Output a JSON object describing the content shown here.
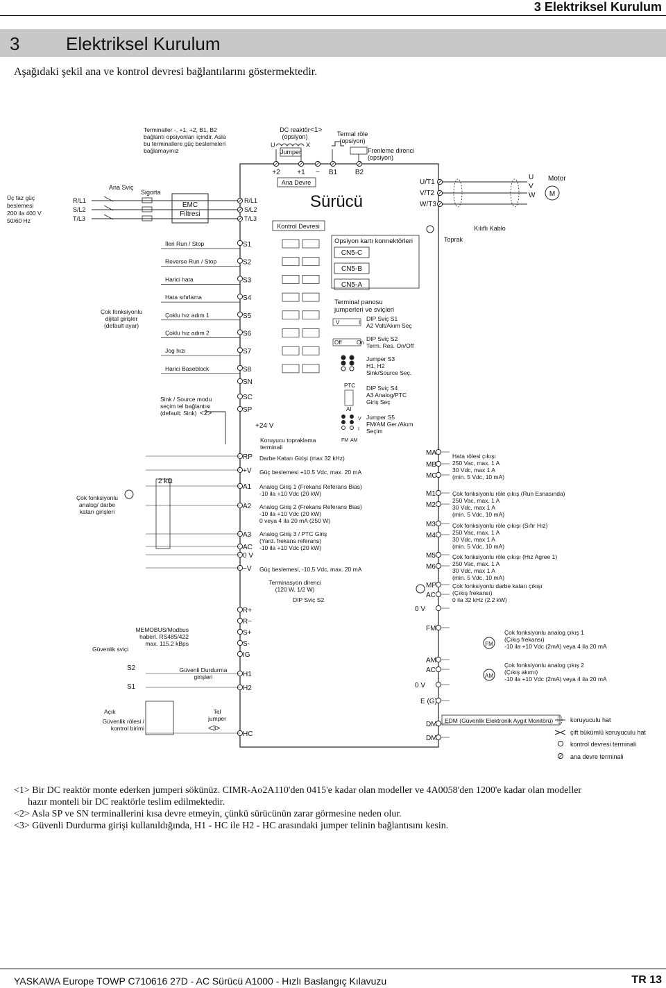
{
  "header": {
    "running_title": "3  Elektriksel Kurulum"
  },
  "chapter": {
    "number": "3",
    "title": "Elektriksel Kurulum"
  },
  "intro": "Aşağıdaki şekil ana ve kontrol devresi bağlantılarını göstermektedir.",
  "diagram": {
    "top": {
      "terminal_note": [
        "Terminaller -, +1, +2, B1, B2",
        "bağlantı opsiyonları içindir. Asla",
        "bu terminallere güç beslemeleri",
        "bağlamayınız"
      ],
      "dc_reactor": [
        "DC reaktör",
        "(opsiyon)"
      ],
      "dc_u": "U",
      "dc_x": "X",
      "jumper": "Jumper",
      "note1": "<1>",
      "thermal": [
        "Termal röle",
        "(opsiyon)"
      ],
      "brake": [
        "Frenleme direnci",
        "(opsiyon)"
      ]
    },
    "supply": [
      "Üç faz güç",
      "beslemesi",
      "200 ila 400 V",
      "50/60 Hz"
    ],
    "input_lines": [
      "R/L1",
      "S/L2",
      "T/L3"
    ],
    "main_switch": "Ana Sviç",
    "fuse": "Sigorta",
    "emc": [
      "EMC",
      "Filtresi"
    ],
    "drive_inputs": [
      "R/L1",
      "S/L2",
      "T/L3"
    ],
    "bus_terms": [
      "+2",
      "+1",
      "−",
      "B1",
      "B2"
    ],
    "main_circuit": "Ana Devre",
    "drive": "Sürücü",
    "control_circuit": "Kontrol Devresi",
    "outputs": [
      "U/T1",
      "V/T2",
      "W/T3"
    ],
    "shielded_cable": "Kılıflı Kablo",
    "ground": "Toprak",
    "motor": {
      "terms": [
        "U",
        "V",
        "W"
      ],
      "label": "Motor",
      "symbol": "M"
    },
    "digital": {
      "group": [
        "Çok fonksiyonlu",
        "dijital girişler",
        "(default ayar)"
      ],
      "items": [
        {
          "label": "İleri Run / Stop",
          "term": "S1"
        },
        {
          "label": "Reverse Run / Stop",
          "term": "S2"
        },
        {
          "label": "Harici hata",
          "term": "S3"
        },
        {
          "label": "Hata sıfırlama",
          "term": "S4"
        },
        {
          "label": "Çoklu hız adım 1",
          "term": "S5"
        },
        {
          "label": "Çoklu hız adım 2",
          "term": "S6"
        },
        {
          "label": "Jog hızı",
          "term": "S7"
        },
        {
          "label": "Harici Baseblock",
          "term": "S8"
        }
      ],
      "sn": "SN",
      "sc": "SC",
      "sp": "SP",
      "plus24": "+24 V",
      "sink": [
        "Sink / Source modu",
        "seçim tel bağlantısı",
        "(default: Sink)"
      ],
      "note2": "<2>"
    },
    "option": {
      "title": "Opsiyon kartı konnektörleri",
      "items": [
        "CN5-C",
        "CN5-B",
        "CN5-A"
      ]
    },
    "panel": {
      "title": [
        "Terminal panosu",
        "jumperleri ve sviçleri"
      ],
      "s1": [
        "DIP Sviç S1",
        "A2 Volt/Akım Seç"
      ],
      "s1_v": "V",
      "s1_i": "I",
      "s2": [
        "DIP Sviç S2",
        "Term. Res. On/Off"
      ],
      "s2_off": "Off",
      "s2_on": "On",
      "s3": [
        "Jumper S3",
        "H1, H2",
        "Sink/Source Seç."
      ],
      "s4": [
        "DIP Sviç S4",
        "A3 Analog/PTC",
        "Giriş Seç"
      ],
      "s4_ptc": "PTC",
      "s4_ai": "AI",
      "s5": [
        "Jumper S5",
        "FM/AM Ger./Akım",
        "Seçim"
      ],
      "s5_fm": "FM",
      "s5_am": "AM",
      "s5_v": "V",
      "s5_i": "I"
    },
    "analog": {
      "group": [
        "Çok fonksiyonlu",
        "analog/ darbe",
        "katarı girişleri"
      ],
      "pot": "2 kΩ",
      "ground_term": [
        "Koruyucu topraklama",
        "terminali"
      ],
      "terms": [
        "RP",
        "+V",
        "A1",
        "A2",
        "A3",
        "AC",
        "0 V",
        "−V"
      ],
      "descs": [
        {
          "lines": [
            "Darbe Katarı Girişi (max 32 kHz)"
          ]
        },
        {
          "lines": [
            "Güç beslemesi +10.5 Vdc, max. 20 mA"
          ]
        },
        {
          "lines": [
            "Analog Giriş 1 (Frekans Referans Bias)",
            "-10 ila +10 Vdc (20 kW)"
          ]
        },
        {
          "lines": [
            "Analog Giriş 2 (Frekans Referans Bias)",
            "-10 ila +10 Vdc  (20 kW)",
            "0 veya 4 ila 20 mA (250 W)"
          ]
        },
        {
          "lines": [
            "Analog Giriş 3 / PTC Giriş",
            "(Yard. frekans referans)",
            "-10 ila +10 Vdc (20 kW)"
          ]
        },
        {
          "lines": [
            "Güç beslemesi, -10,5 Vdc, max. 20 mA"
          ]
        }
      ],
      "term_res": [
        "Terminasyon direnci",
        "(120 W, 1/2 W)"
      ],
      "dip_s2": "DIP Sviç S2"
    },
    "comm": {
      "terms": [
        "R+",
        "R−",
        "S+",
        "S-",
        "IG"
      ],
      "label": [
        "MEMOBUS/Modbus",
        "haberl. RS485/422",
        "max. 115.2 kBps"
      ]
    },
    "safety": {
      "switch": "Güvenlik sviçi",
      "s2": "S2",
      "s1": "S1",
      "inputs": [
        "Güvenli Durdurma",
        "girişleri"
      ],
      "terms": [
        "H1",
        "H2",
        "HC"
      ],
      "open": "Açık",
      "relay": [
        "Güvenlik rölesi /",
        "kontrol birimi"
      ],
      "wire": [
        "Tel",
        "jumper"
      ],
      "note3": "<3>"
    },
    "relays": {
      "terms": [
        "MA",
        "MB",
        "MC",
        "M1",
        "M2",
        "M3",
        "M4",
        "M5",
        "M6",
        "MP",
        "AC",
        "0 V",
        "FM",
        "AM",
        "AC",
        "0 V",
        "E (G)",
        "DM+",
        "DM−"
      ],
      "descs": [
        {
          "lines": [
            "Hata rölesi çıkışı",
            "250 Vac, max. 1 A",
            "30 Vdc, max 1 A",
            "(min. 5 Vdc, 10 mA)"
          ]
        },
        {
          "lines": [
            "Çok fonksiyonlu röle çıkış (Run Esnasında)",
            "250 Vac, max. 1 A",
            "30 Vdc, max 1 A",
            "(min. 5 Vdc, 10 mA)"
          ]
        },
        {
          "lines": [
            "Çok fonksiyonlu röle çıkışı (Sıfır Hız)",
            "250 Vac, max. 1 A",
            "30 Vdc, max 1 A",
            "(min. 5 Vdc, 10 mA)"
          ]
        },
        {
          "lines": [
            "Çok fonksiyonlu röle çıkışı (Hız Agree 1)",
            "250 Vac, max. 1 A",
            "30 Vdc, max 1 A",
            "(min. 5 Vdc, 10 mA)"
          ]
        },
        {
          "lines": [
            "Çok fonksiyonlu darbe katarı çıkışı",
            "(Çıkış frekansı)",
            "0 ila 32 kHz (2.2 kW)"
          ]
        },
        {
          "lines": [
            "Çok fonksiyonlu analog çıkış 1",
            "(Çıkış frekansı)",
            "-10 ila +10 Vdc (2mA) veya 4 ila 20 mA"
          ]
        },
        {
          "lines": [
            "Çok fonksiyonlu analog çıkış 2",
            "(Çıkış akımı)",
            "-10 ila +10 Vdc (2mA) veya 4 ila 20 mA"
          ]
        }
      ],
      "fm_meter": "FM",
      "am_meter": "AM",
      "edm": "EDM (Güvenlik Elektronik Aygıt Monitörü)"
    },
    "legend": [
      {
        "label": "koruyuculu hat"
      },
      {
        "label": "çift bükümlü koruyuculu hat"
      },
      {
        "label": "kontrol devresi terminali"
      },
      {
        "label": "ana devre terminali"
      }
    ]
  },
  "notes": [
    "<1> Bir DC reaktör monte ederken jumperi sökünüz. CIMR-Ao2A110'den 0415'e kadar olan modeller ve 4A0058'den 1200'e kadar olan modeller",
    "hazır monteli bir DC reaktörle teslim edilmektedir.",
    "<2> Asla SP ve SN terminallerini kısa devre etmeyin, çünkü sürücünün zarar görmesine neden olur.",
    "<3> Güvenli Durdurma girişi kullanıldığında, H1 - HC ile H2 - HC arasındaki jumper telinin bağlantısını kesin."
  ],
  "footer": {
    "left": "YASKAWA Europe TOWP C710616 27D - AC Sürücü A1000 - Hızlı Baslangıç Kılavuzu",
    "right": "TR 13"
  }
}
